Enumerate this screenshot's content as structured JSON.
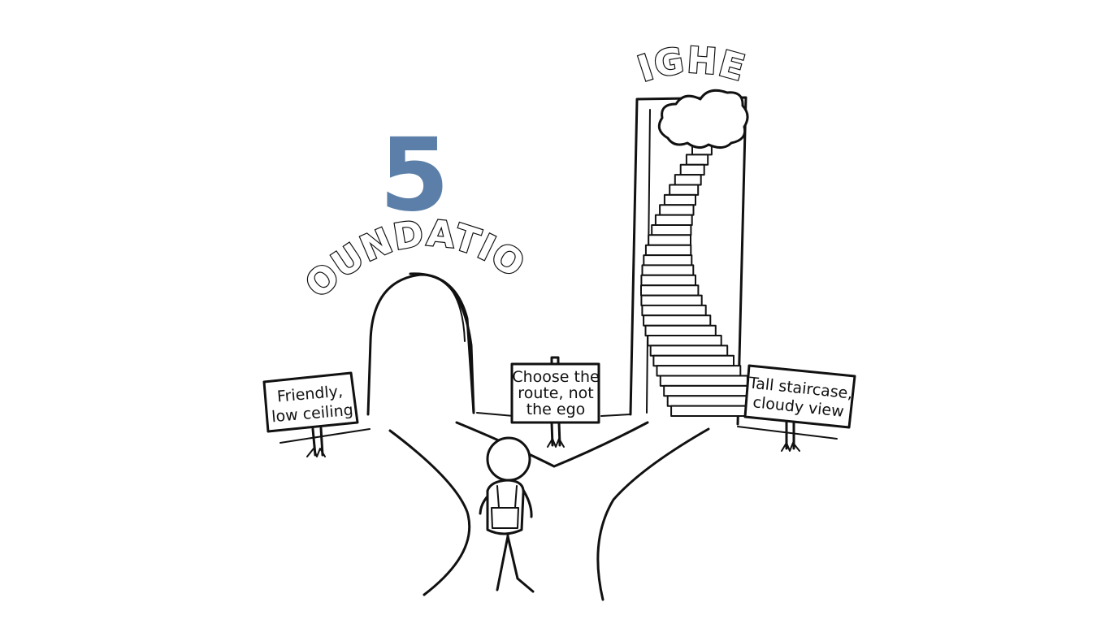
{
  "number_label": "5",
  "number_color": "#5b7fa8",
  "foundation": {
    "label": "FOUNDATION",
    "sign_lines": [
      "Friendly,",
      "low ceiling"
    ]
  },
  "center_sign": {
    "lines": [
      "Choose the",
      "route, not",
      "the ego"
    ]
  },
  "higher": {
    "label": "HIGHER",
    "sign_lines": [
      "Tall staircase,",
      "cloudy view"
    ]
  },
  "icons": {
    "arch": "stone-arch-icon",
    "staircase": "spiral-staircase-icon",
    "cloud": "cloud-icon",
    "hiker": "stick-figure-hiker-icon"
  }
}
